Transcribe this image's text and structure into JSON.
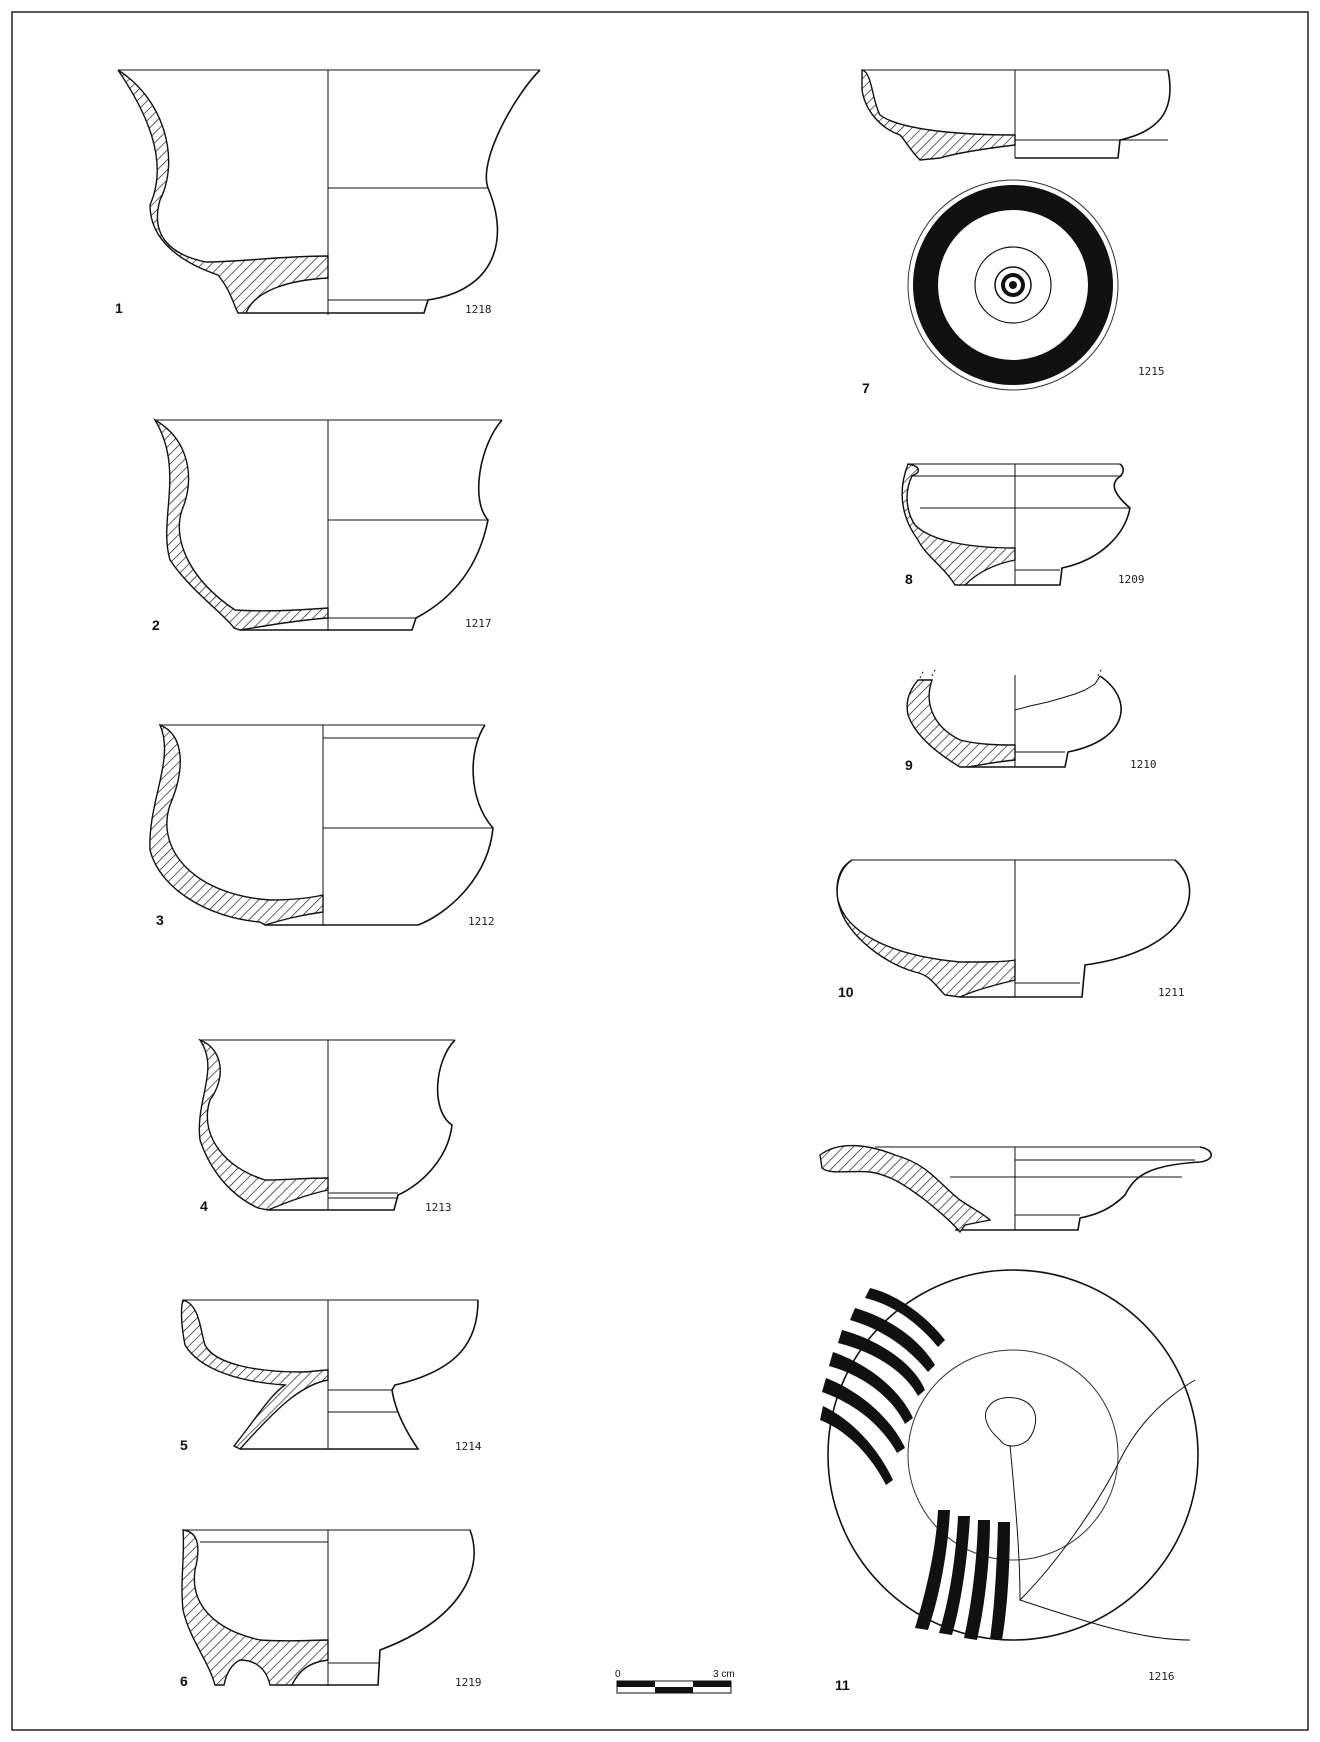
{
  "frame_color": "#222222",
  "figures": [
    {
      "num": "1",
      "inv": "1218"
    },
    {
      "num": "2",
      "inv": "1217"
    },
    {
      "num": "3",
      "inv": "1212"
    },
    {
      "num": "4",
      "inv": "1213"
    },
    {
      "num": "5",
      "inv": "1214"
    },
    {
      "num": "6",
      "inv": "1219"
    },
    {
      "num": "7",
      "inv": "1215"
    },
    {
      "num": "8",
      "inv": "1209"
    },
    {
      "num": "9",
      "inv": "1210"
    },
    {
      "num": "10",
      "inv": "1211"
    },
    {
      "num": "11",
      "inv": "1216"
    }
  ],
  "scale": {
    "start": "0",
    "end": "3 cm"
  }
}
